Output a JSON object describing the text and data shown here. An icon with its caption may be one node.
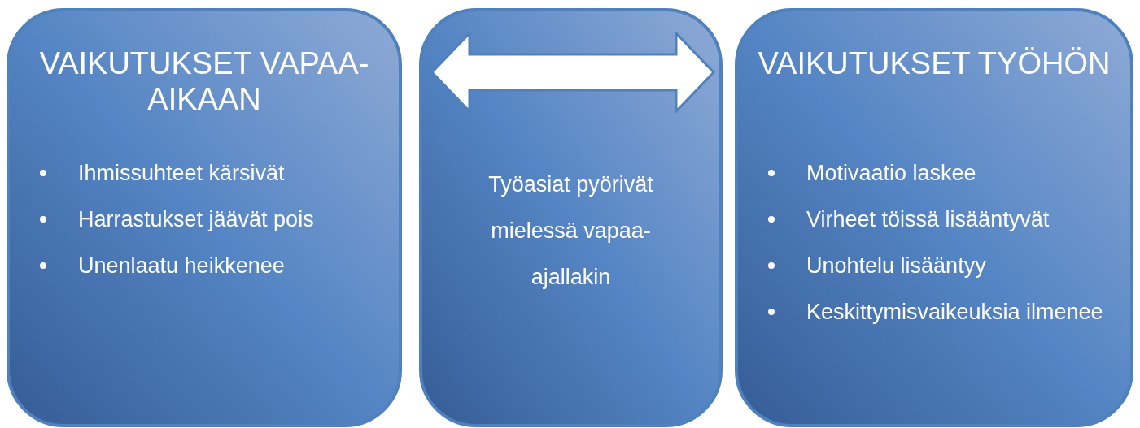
{
  "diagram": {
    "nodes": [
      {
        "text": [
          "VAIKUTUKSET VAPAA-AIKAAN",
          "Ihmissuhteet kärsivät",
          "Harrastukset jäävät pois",
          "Unenlaatu heikkenee"
        ]
      },
      {
        "text": [
          "Työasiat pyörivät mielessä vapaa-ajallakin"
        ]
      },
      {
        "text": [],
        "shape": "arrow",
        "in": 1
      },
      {
        "text": [
          "VAIKUTUKSET TYÖHÖN",
          "Motivaatio laskee",
          "Virheet töissä lisääntyvät",
          "Unohtelu lisääntyy",
          "Keskittymisvaikeuksia ilmenee"
        ]
      }
    ]
  }
}
